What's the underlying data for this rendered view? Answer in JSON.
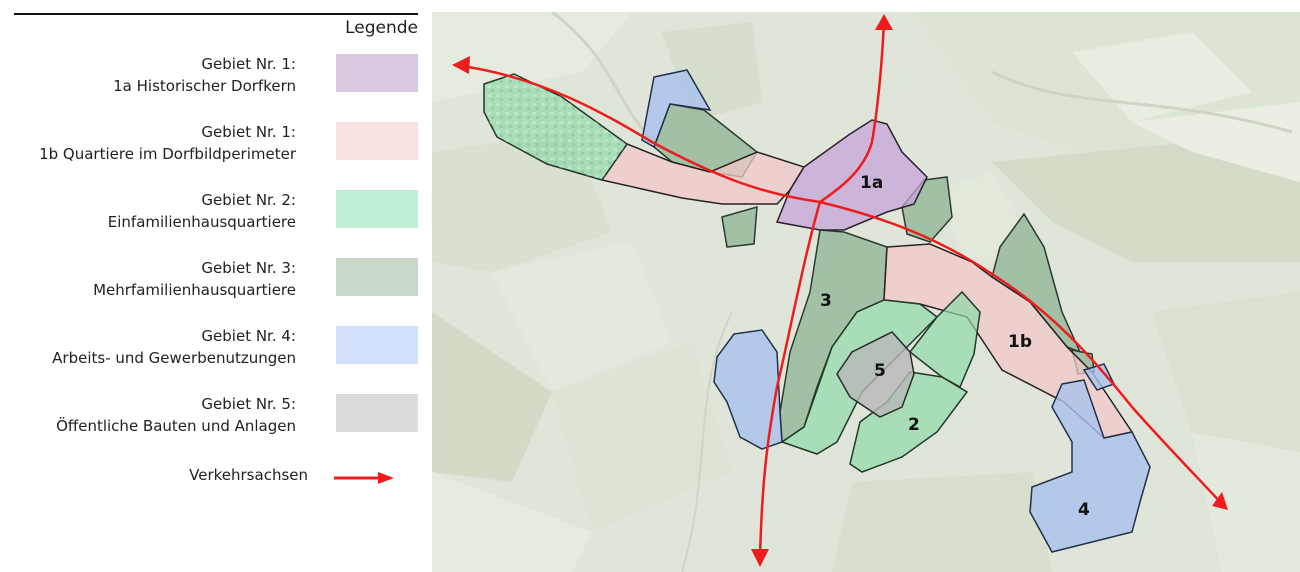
{
  "legend": {
    "title": "Legende",
    "items": [
      {
        "line1": "Gebiet Nr. 1:",
        "line2": "1a Historischer Dorfkern",
        "color": "#d8c8e2"
      },
      {
        "line1": "Gebiet Nr. 1:",
        "line2": "1b Quartiere im Dorfbildperimeter",
        "color": "#f8e2e2"
      },
      {
        "line1": "Gebiet Nr. 2:",
        "line2": "Einfamilienhausquartiere",
        "color": "#bfeed6"
      },
      {
        "line1": "Gebiet Nr. 3:",
        "line2": "Mehrfamilienhausquartiere",
        "color": "#c8d8c9"
      },
      {
        "line1": "Gebiet Nr. 4:",
        "line2": "Arbeits- und Gewerbenutzungen",
        "color": "#d3e2fb"
      },
      {
        "line1": "Gebiet Nr. 5:",
        "line2": "Öffentliche Bauten und Anlagen",
        "color": "#dcdcdc"
      }
    ],
    "axes_label": "Verkehrsachsen",
    "axes_color": "#ee1c1c"
  },
  "map": {
    "labels": {
      "z1a": "1a",
      "z1b": "1b",
      "z2": "2",
      "z3": "3",
      "z4": "4",
      "z5": "5"
    },
    "colors": {
      "zone1a": "#c6a4d8",
      "zone1b": "#f1c8c8",
      "zone2": "#8fd9a8",
      "zone3": "#8db394",
      "zone4": "#a9c2ee",
      "zone5": "#b8b8b8",
      "road": "#ee1c1c"
    }
  }
}
